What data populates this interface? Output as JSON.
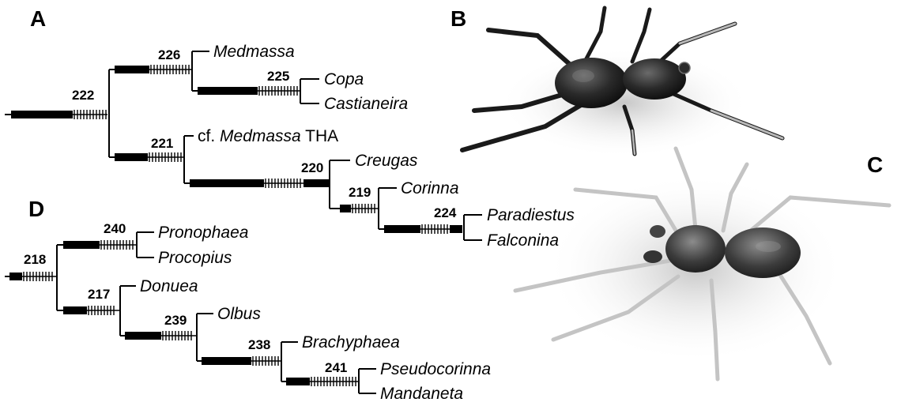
{
  "panels": {
    "a": "A",
    "b": "B",
    "c": "C",
    "d": "D"
  },
  "tree_a": {
    "node_222": "222",
    "node_226": "226",
    "node_225": "225",
    "node_221": "221",
    "node_220": "220",
    "node_219": "219",
    "node_224": "224",
    "taxa": {
      "medmassa": "Medmassa",
      "copa": "Copa",
      "castianeira": "Castianeira",
      "cf_prefix": "cf. ",
      "cf_genus": "Medmassa",
      "cf_suffix": " THA",
      "creugas": "Creugas",
      "corinna": "Corinna",
      "paradiestus": "Paradiestus",
      "falconina": "Falconina"
    }
  },
  "tree_d": {
    "node_218": "218",
    "node_240": "240",
    "node_217": "217",
    "node_239": "239",
    "node_238": "238",
    "node_241": "241",
    "taxa": {
      "pronophaea": "Pronophaea",
      "procopius": "Procopius",
      "donuea": "Donuea",
      "olbus": "Olbus",
      "brachyphaea": "Brachyphaea",
      "pseudocorinna": "Pseudocorinna",
      "mandaneta": "Mandaneta"
    }
  },
  "photos": {
    "b": "dark-spider-photo",
    "c": "grey-spider-photo"
  }
}
